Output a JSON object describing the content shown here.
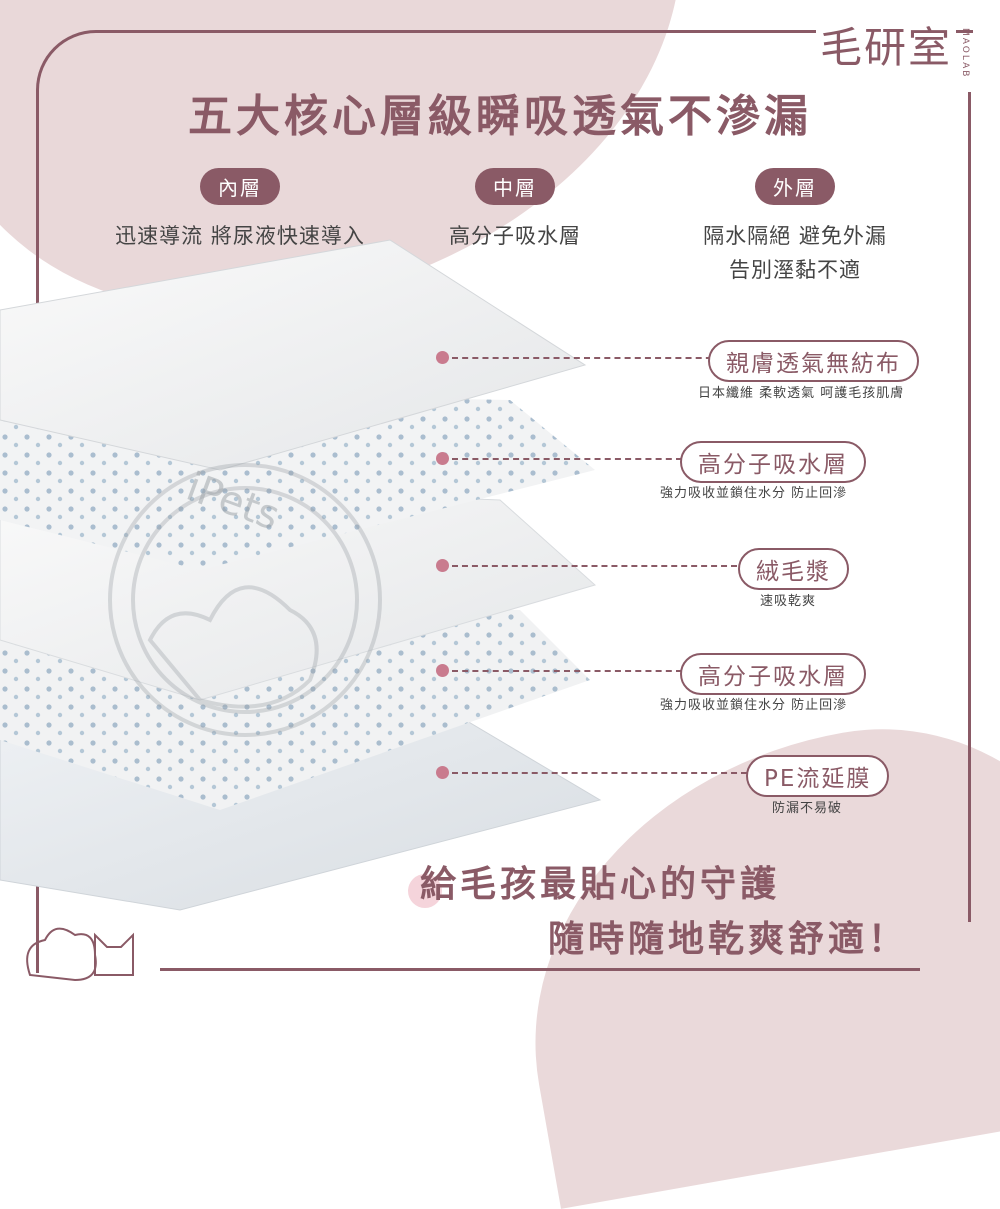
{
  "brand": {
    "name": "毛研室",
    "sub": "MAOLAB"
  },
  "title": "五大核心層級瞬吸透氣不滲漏",
  "columns": [
    {
      "label": "內層",
      "desc": "迅速導流 將尿液快速導入"
    },
    {
      "label": "中層",
      "desc": "高分子吸水層"
    },
    {
      "label": "外層",
      "desc1": "隔水隔絕 避免外漏",
      "desc2": "告別溼黏不適"
    }
  ],
  "watermark": "iPets",
  "layers": [
    {
      "name": "親膚透氣無紡布",
      "desc": "日本纖維 柔軟透氣 呵護毛孩肌膚"
    },
    {
      "name": "高分子吸水層",
      "desc": "強力吸收並鎖住水分 防止回滲"
    },
    {
      "name": "絨毛漿",
      "desc": "速吸乾爽"
    },
    {
      "name": "高分子吸水層",
      "desc": "強力吸收並鎖住水分 防止回滲"
    },
    {
      "name": "PE流延膜",
      "desc": "防漏不易破"
    }
  ],
  "slogan": {
    "line1": "給毛孩最貼心的守護",
    "line2": "隨時隨地乾爽舒適！"
  },
  "colors": {
    "accent": "#8a5a66",
    "blush": "#e9d8d9",
    "dot": "#c97b8e"
  }
}
